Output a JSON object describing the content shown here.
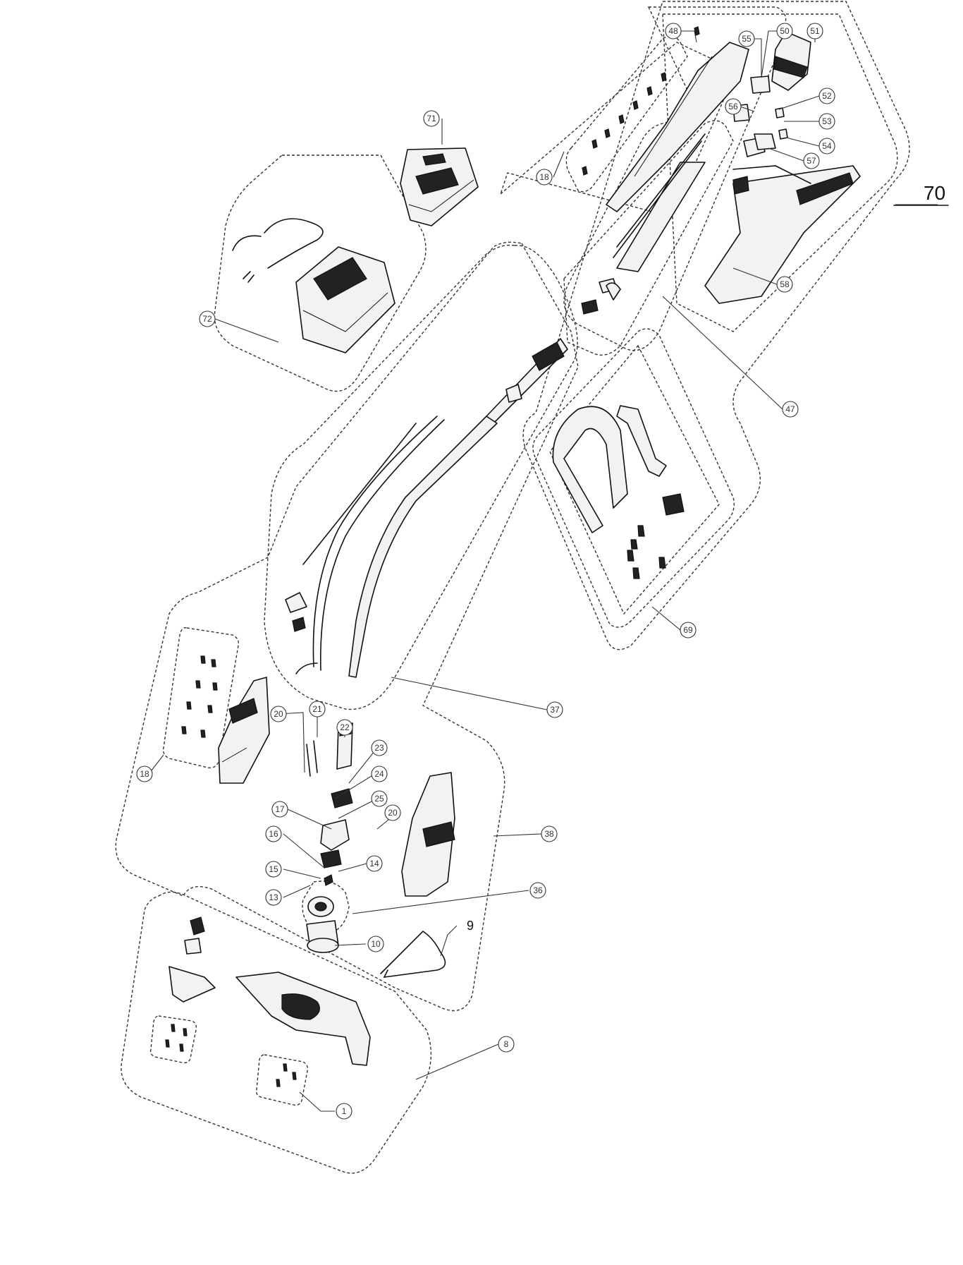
{
  "assembly_label": "70",
  "callouts": [
    {
      "id": "48",
      "label": "48"
    },
    {
      "id": "55",
      "label": "55"
    },
    {
      "id": "50",
      "label": "50"
    },
    {
      "id": "51",
      "label": "51"
    },
    {
      "id": "52",
      "label": "52"
    },
    {
      "id": "56",
      "label": "56"
    },
    {
      "id": "53",
      "label": "53"
    },
    {
      "id": "54",
      "label": "54"
    },
    {
      "id": "57",
      "label": "57"
    },
    {
      "id": "71",
      "label": "71"
    },
    {
      "id": "18a",
      "label": "18"
    },
    {
      "id": "58",
      "label": "58"
    },
    {
      "id": "72",
      "label": "72"
    },
    {
      "id": "47",
      "label": "47"
    },
    {
      "id": "69",
      "label": "69"
    },
    {
      "id": "37",
      "label": "37"
    },
    {
      "id": "20a",
      "label": "20"
    },
    {
      "id": "21",
      "label": "21"
    },
    {
      "id": "22",
      "label": "22"
    },
    {
      "id": "23",
      "label": "23"
    },
    {
      "id": "18b",
      "label": "18"
    },
    {
      "id": "24",
      "label": "24"
    },
    {
      "id": "25",
      "label": "25"
    },
    {
      "id": "17",
      "label": "17"
    },
    {
      "id": "20b",
      "label": "20"
    },
    {
      "id": "38",
      "label": "38"
    },
    {
      "id": "16",
      "label": "16"
    },
    {
      "id": "14",
      "label": "14"
    },
    {
      "id": "15",
      "label": "15"
    },
    {
      "id": "13",
      "label": "13"
    },
    {
      "id": "36",
      "label": "36"
    },
    {
      "id": "9",
      "label": "9"
    },
    {
      "id": "10",
      "label": "10"
    },
    {
      "id": "8",
      "label": "8"
    },
    {
      "id": "1",
      "label": "1"
    }
  ]
}
